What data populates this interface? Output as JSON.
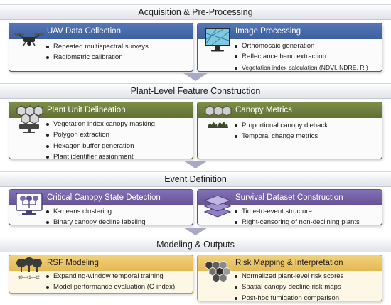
{
  "sections": [
    {
      "title": "Acquisition & Pre-Processing",
      "cards": [
        {
          "title": "UAV Data Collection",
          "icon": "drone-icon",
          "items": [
            "Repeated multispectral surveys",
            "Radiometric calibration"
          ]
        },
        {
          "title": "Image Processing",
          "icon": "monitor-orthomosaic-icon",
          "items": [
            "Orthomosaic generation",
            "Reflectance band extraction",
            "Vegetation index calculation (NDVI, NDRE, RI)"
          ]
        }
      ]
    },
    {
      "title": "Plant-Level Feature Construction",
      "cards": [
        {
          "title": "Plant Unit Delineation",
          "icon": "hexagon-grid-monitor-icon",
          "items": [
            "Vegetation index canopy masking",
            "Polygon extraction",
            "Hexagon buffer generation",
            "Plant identifier assignment"
          ]
        },
        {
          "title": "Canopy Metrics",
          "icon": "hexagon-canopy-plants-icon",
          "items": [
            "Proportional canopy dieback",
            "Temporal change metrics"
          ]
        }
      ]
    },
    {
      "title": "Event Definition",
      "cards": [
        {
          "title": "Critical Canopy State Detection",
          "icon": "cluster-tree-monitor-icon",
          "items": [
            "K-means clustering",
            "Binary canopy decline labeling"
          ]
        },
        {
          "title": "Survival Dataset Construction",
          "icon": "stacked-layers-icon",
          "items": [
            "Time-to-event structure",
            "Right-censoring of non-declining plants"
          ]
        }
      ]
    },
    {
      "title": "Modeling & Outputs",
      "cards": [
        {
          "title": "RSF Modeling",
          "icon": "random-forest-trees-icon",
          "timeline_label": "t0—t1—t2",
          "items": [
            "Expanding-window temporal training",
            "Model performance evaluation (C-index)"
          ]
        },
        {
          "title": "Risk Mapping & Interpretation",
          "icon": "hexagon-risk-map-icon",
          "items": [
            "Normalized plant-level risk scores",
            "Spatial canopy decline risk maps",
            "Post-hoc fumigation comparison"
          ]
        }
      ]
    }
  ],
  "colors": {
    "blue": "#4a6aab",
    "green": "#6e7f3e",
    "purple": "#7462a6",
    "orange": "#e9c264",
    "arrow": "#a9a8c7"
  }
}
